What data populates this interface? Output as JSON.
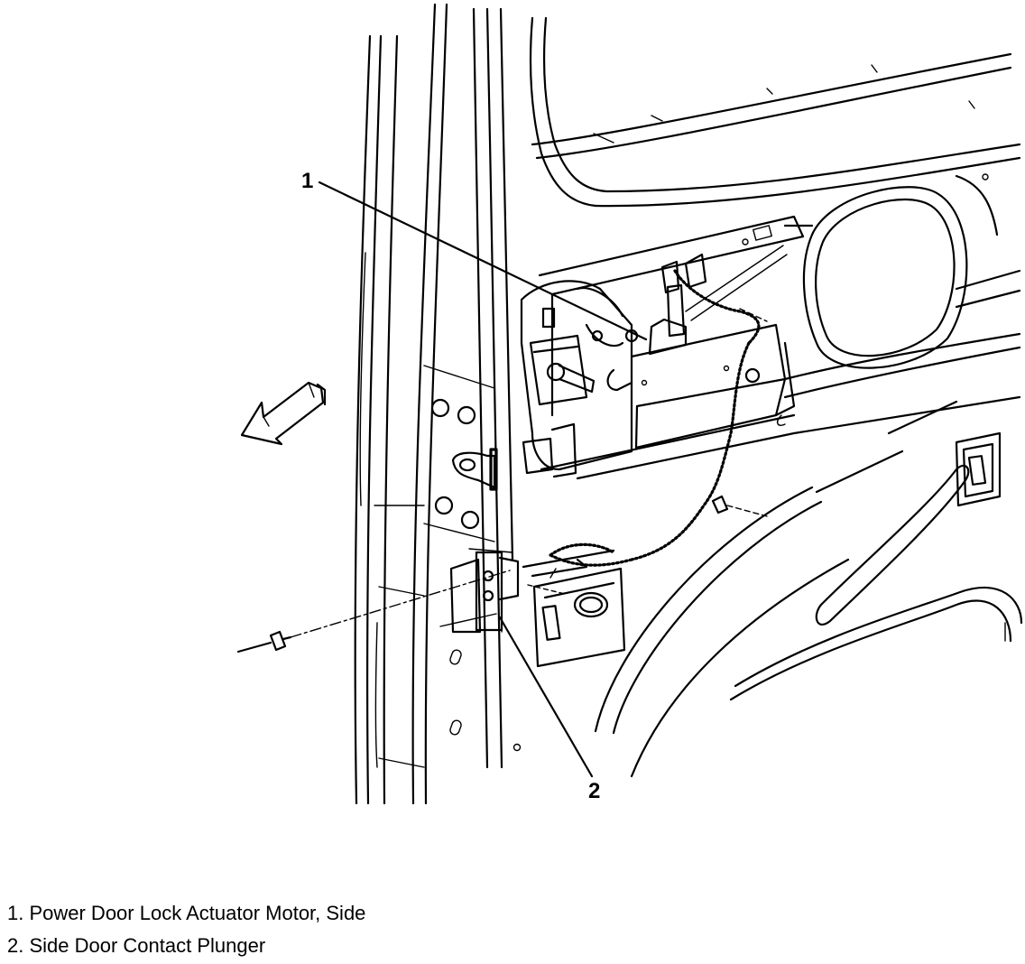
{
  "callouts": {
    "c1": "1",
    "c2": "2"
  },
  "legend": {
    "items": [
      "1. Power Door Lock Actuator Motor, Side",
      "2. Side Door Contact Plunger"
    ]
  },
  "colors": {
    "ink": "#000000",
    "paper": "#ffffff"
  }
}
